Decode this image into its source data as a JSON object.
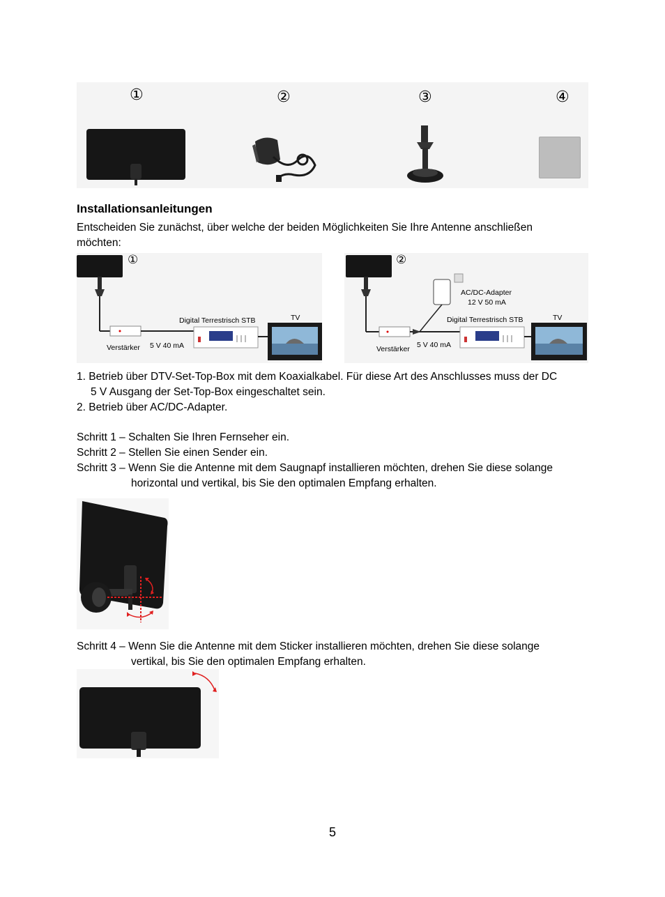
{
  "components": {
    "markers": [
      "①",
      "②",
      "③",
      "④"
    ]
  },
  "heading": "Installationsanleitungen",
  "intro": [
    "Entscheiden Sie zunächst, über welche der beiden Möglichkeiten Sie Ihre Antenne anschließen",
    "möchten:"
  ],
  "diagram1": {
    "marker": "①",
    "stb_label": "Digital Terrestrisch STB",
    "tv_label": "TV",
    "amp_label": "Verstärker",
    "power_label": "5 V 40 mA"
  },
  "diagram2": {
    "marker": "②",
    "adapter_label_1": "AC/DC-Adapter",
    "adapter_label_2": "12 V 50 mA",
    "stb_label": "Digital Terrestrisch STB",
    "tv_label": "TV",
    "amp_label": "Verstärker",
    "power_label": "5 V 40 mA"
  },
  "list": {
    "item1_line1": "1. Betrieb über DTV-Set-Top-Box mit dem Koaxialkabel. Für diese Art des Anschlusses muss der DC",
    "item1_line2": "5 V Ausgang der Set-Top-Box eingeschaltet sein.",
    "item2": "2. Betrieb über AC/DC-Adapter."
  },
  "steps": {
    "s1": "Schritt 1 – Schalten Sie Ihren Fernseher ein.",
    "s2": "Schritt 2 – Stellen Sie einen Sender ein.",
    "s3_line1": "Schritt 3 – Wenn Sie die Antenne mit dem Saugnapf installieren möchten, drehen Sie diese solange",
    "s3_line2": "horizontal und vertikal, bis Sie den optimalen Empfang erhalten.",
    "s4_line1": "Schritt 4 – Wenn Sie die Antenne mit dem Sticker installieren möchten, drehen Sie diese solange",
    "s4_line2": "vertikal, bis Sie den optimalen Empfang erhalten."
  },
  "page_number": "5",
  "colors": {
    "arrow_red": "#e02020",
    "stb_blue": "#2a3d8a"
  }
}
